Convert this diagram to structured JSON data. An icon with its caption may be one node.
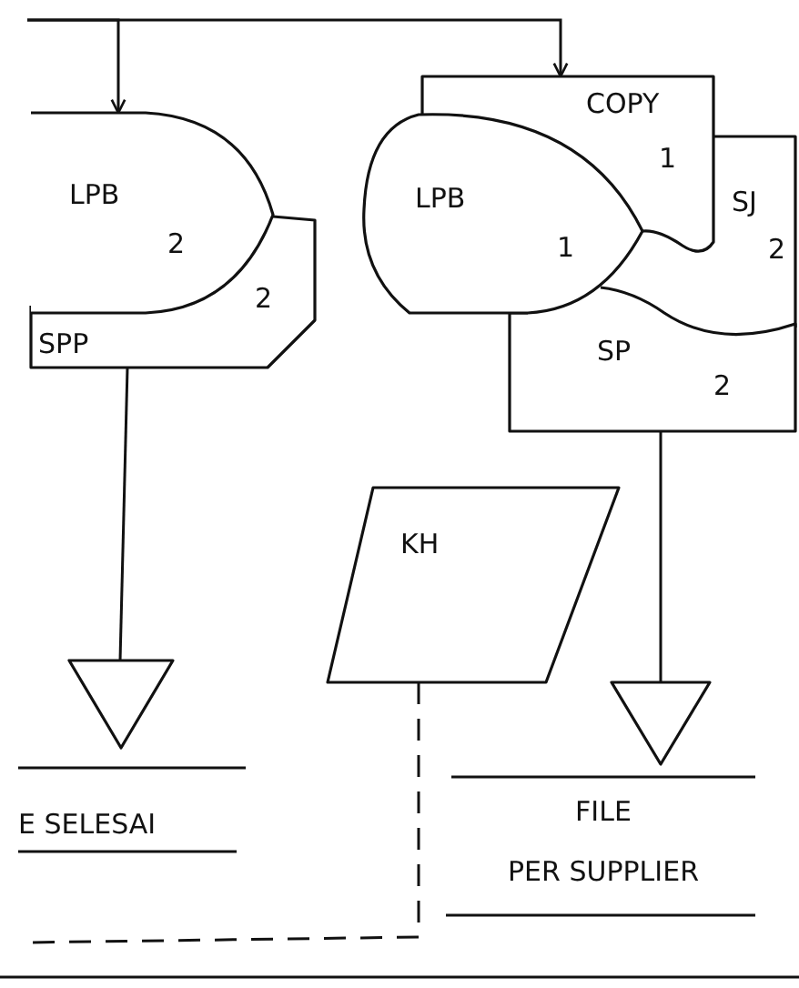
{
  "diagram": {
    "nodes": [
      {
        "text": [
          "LPB",
          "2"
        ]
      },
      {
        "text": [
          "2",
          "SPP"
        ]
      },
      {
        "text": [
          "COPY",
          "1"
        ]
      },
      {
        "text": [
          "LPB",
          "1"
        ]
      },
      {
        "text": [
          "SJ",
          "2"
        ]
      },
      {
        "text": [
          "SP",
          "2"
        ]
      },
      {
        "text": [
          "KH"
        ]
      },
      {
        "text": [],
        "shape": "triangle",
        "beside": [
          "E SELESAI"
        ]
      },
      {
        "text": [],
        "shape": "triangle",
        "beside": [
          "FILE",
          "PER SUPPLIER"
        ]
      }
    ],
    "edges": [
      {
        "from": null,
        "to": 0,
        "arrow": "to"
      },
      {
        "from": null,
        "to": 2,
        "arrow": "to"
      },
      {
        "from": 1,
        "to": 7,
        "arrow": "none"
      },
      {
        "from": 5,
        "to": 8,
        "arrow": "none"
      },
      {
        "from": 6,
        "to": null,
        "arrow": "none",
        "style": "dashed"
      }
    ]
  }
}
